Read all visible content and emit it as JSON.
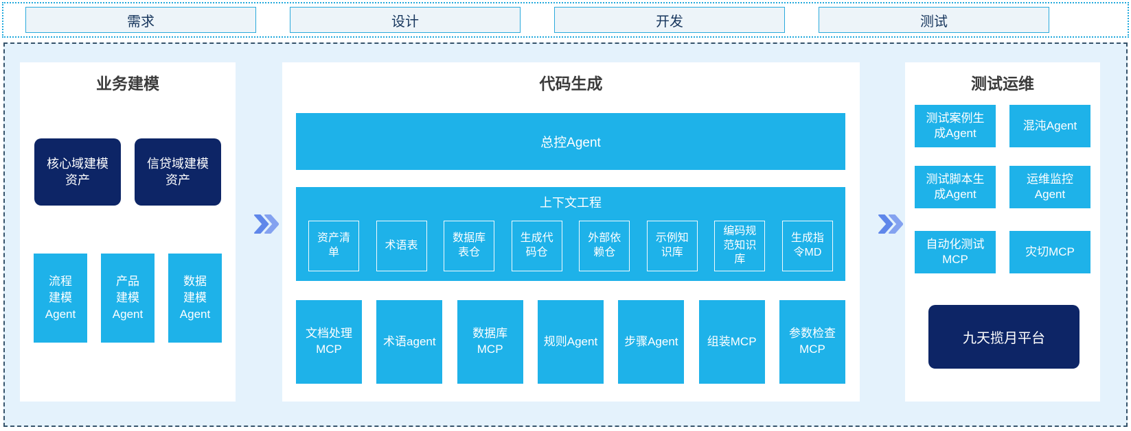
{
  "colors": {
    "cyan": "#1EB2E9",
    "navy": "#0D2566",
    "container_bg": "#E4F2FC",
    "container_border": "#34526A",
    "strip_border": "#1FA8DC",
    "phase_box_bg": "#EDF4F9",
    "phase_box_border": "#29A9DC",
    "phase_text": "#17365D",
    "panel_title_text": "#3B3B3B",
    "chevron": "#6289EB"
  },
  "phases": [
    "需求",
    "设计",
    "开发",
    "测试"
  ],
  "business": {
    "title": "业务建模",
    "assets": [
      "核心域建模资产",
      "信贷域建模资产"
    ],
    "agents": [
      "流程建模Agent",
      "产品建模Agent",
      "数据建模Agent"
    ]
  },
  "codegen": {
    "title": "代码生成",
    "master_agent": "总控Agent",
    "context": {
      "title": "上下文工程",
      "items": [
        "资产清单",
        "术语表",
        "数据库表仓",
        "生成代码仓",
        "外部依赖仓",
        "示例知识库",
        "编码规范知识库",
        "生成指令MD"
      ]
    },
    "tools": [
      "文档处理MCP",
      "术语agent",
      "数据库MCP",
      "规则Agent",
      "步骤Agent",
      "组装MCP",
      "参数检查MCP"
    ]
  },
  "testops": {
    "title": "测试运维",
    "boxes": [
      "测试案例生成Agent",
      "混沌Agent",
      "测试脚本生成Agent",
      "运维监控Agent",
      "自动化测试MCP",
      "灾切MCP"
    ],
    "platform": "九天揽月平台"
  }
}
